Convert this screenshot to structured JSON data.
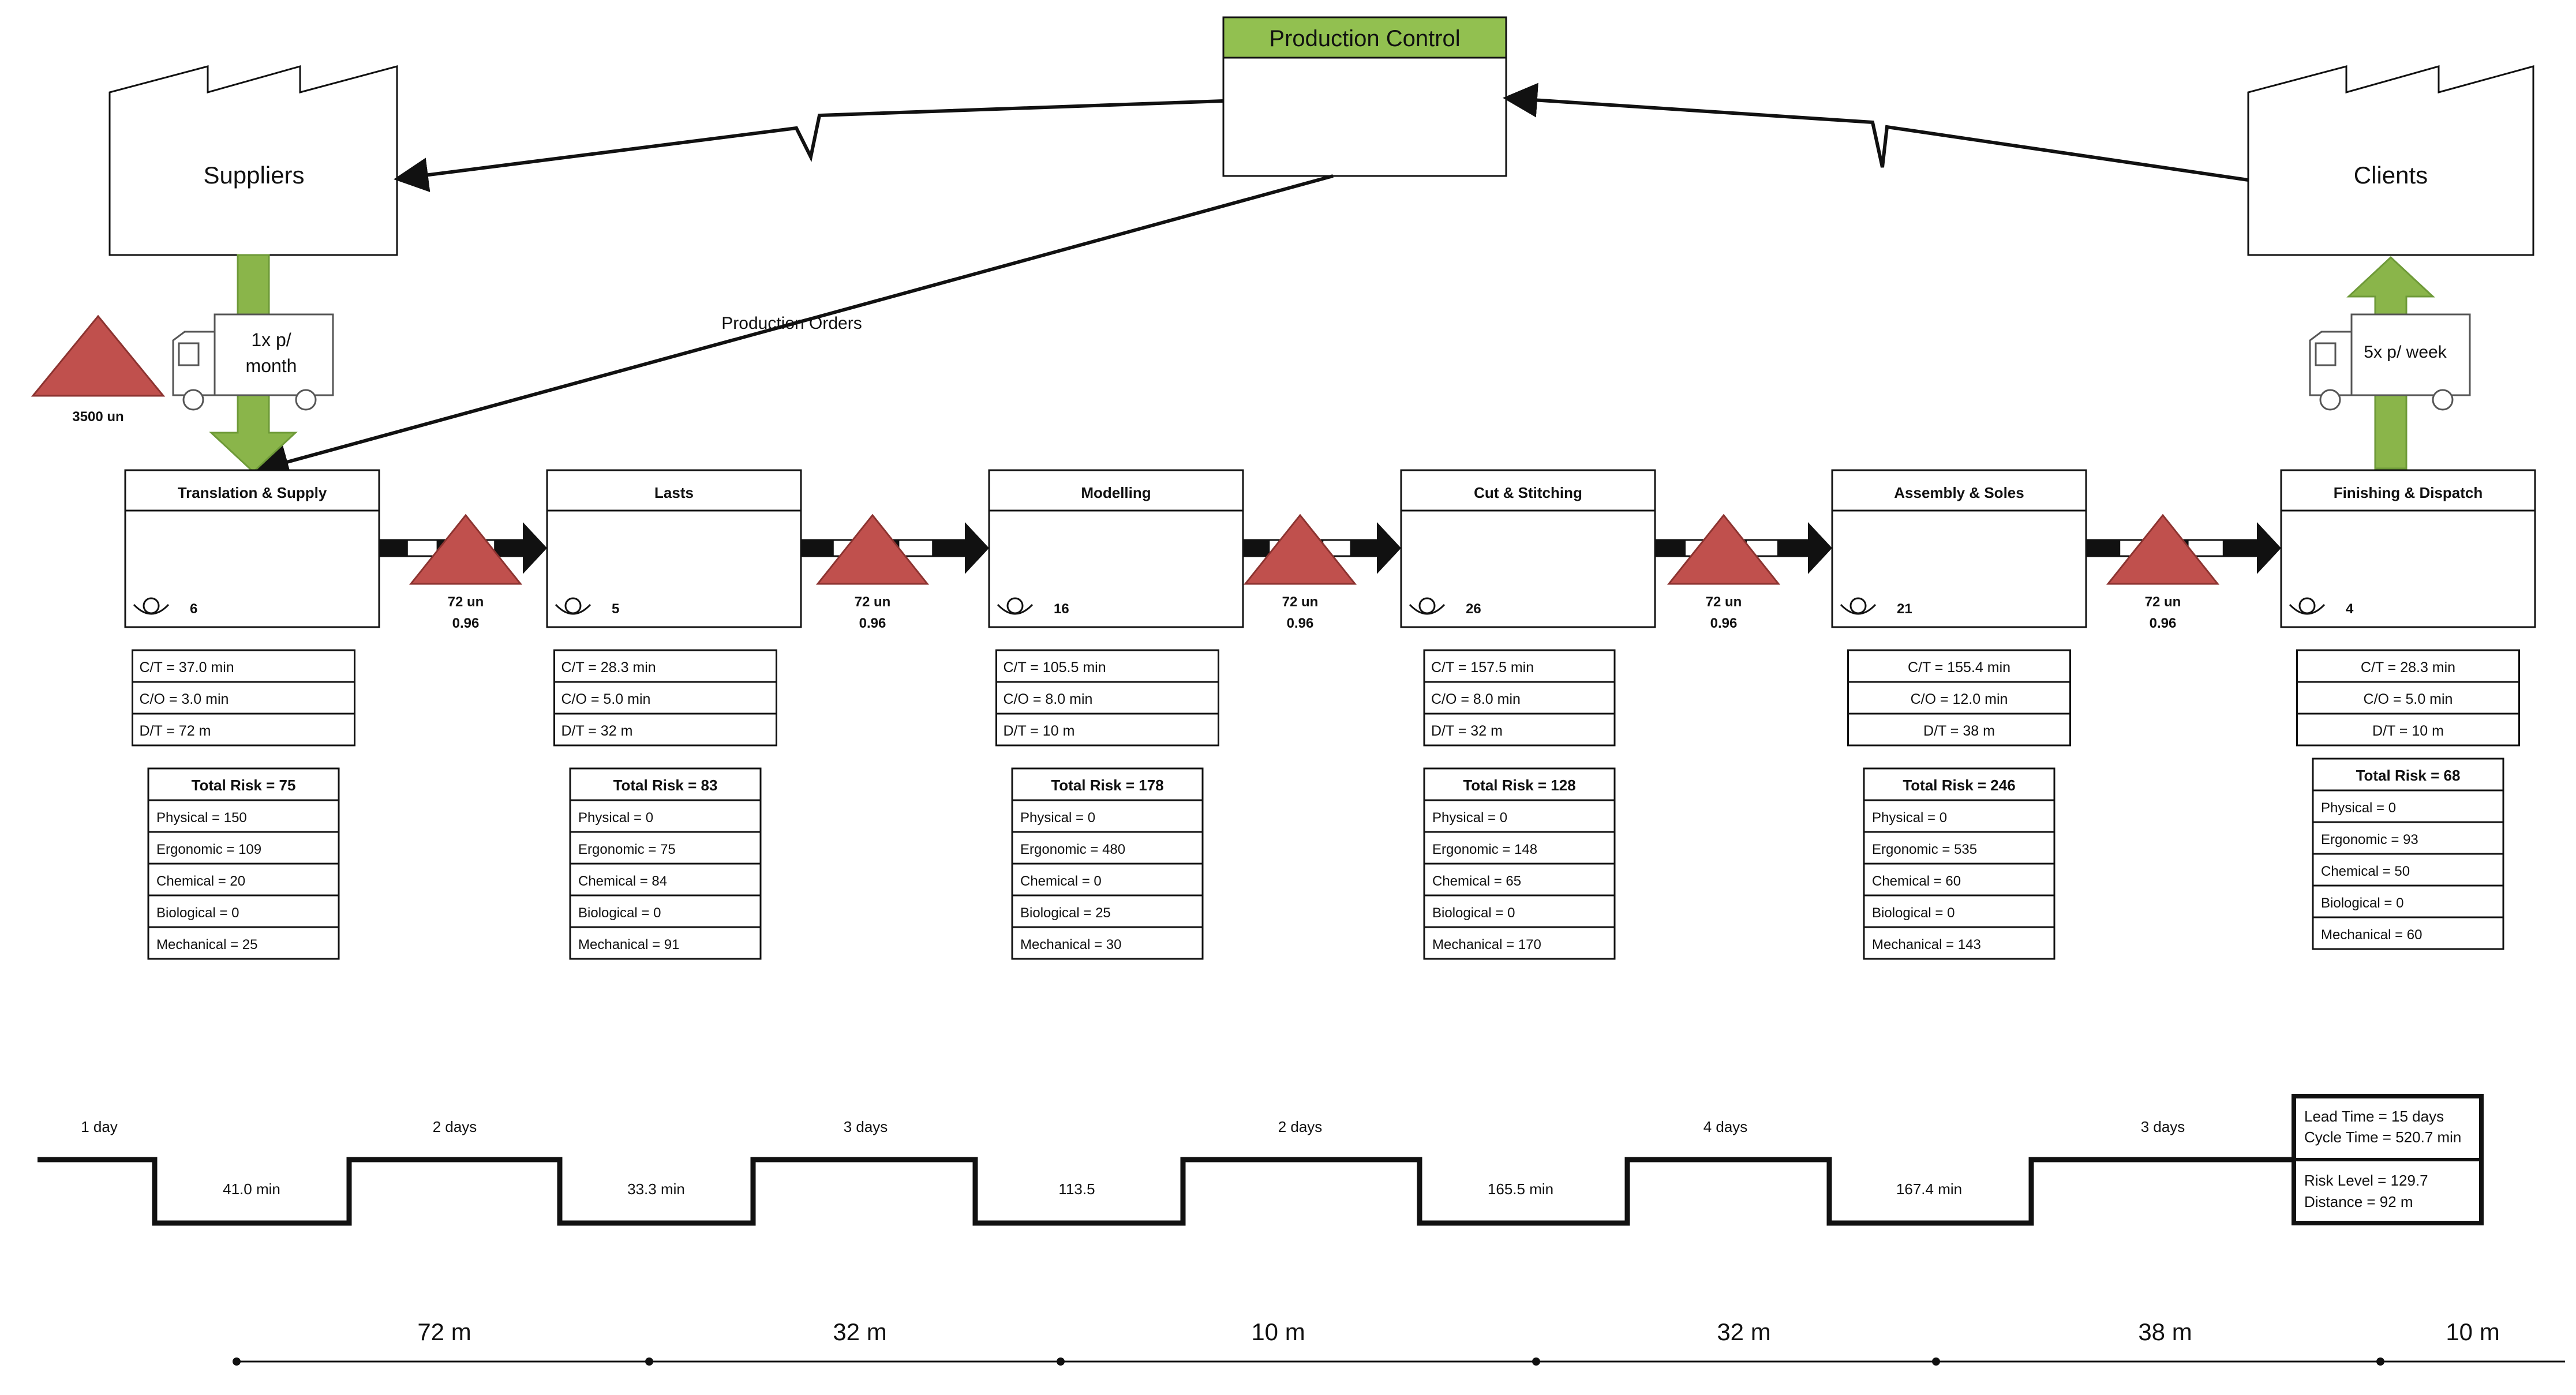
{
  "production_control": {
    "title": "Production Control"
  },
  "suppliers": {
    "label": "Suppliers"
  },
  "clients": {
    "label": "Clients"
  },
  "supplier_delivery": {
    "label_line1": "1x p/",
    "label_line2": "month"
  },
  "client_delivery": {
    "label": "5x p/ week"
  },
  "initial_inventory": {
    "label": "3500 un"
  },
  "production_orders": {
    "label": "Production Orders"
  },
  "processes": [
    {
      "name": "Translation & Supply",
      "operators": "6",
      "ct": "C/T = 37.0 min",
      "co": "C/O =  3.0 min",
      "dt": "D/T = 72 m",
      "risk": {
        "total": "Total Risk = 75",
        "physical": "Physical = 150",
        "ergonomic": "Ergonomic = 109",
        "chemical": "Chemical = 20",
        "biological": "Biological = 0",
        "mechanical": "Mechanical = 25"
      }
    },
    {
      "name": "Lasts",
      "operators": "5",
      "ct": "C/T = 28.3 min",
      "co": "C/O =  5.0 min",
      "dt": "D/T = 32 m",
      "risk": {
        "total": "Total Risk = 83",
        "physical": "Physical = 0",
        "ergonomic": "Ergonomic = 75",
        "chemical": "Chemical = 84",
        "biological": "Biological = 0",
        "mechanical": "Mechanical = 91"
      }
    },
    {
      "name": "Modelling",
      "operators": "16",
      "ct": "C/T = 105.5 min",
      "co": "C/O =  8.0 min",
      "dt": "D/T = 10 m",
      "risk": {
        "total": "Total Risk = 178",
        "physical": "Physical = 0",
        "ergonomic": "Ergonomic = 480",
        "chemical": "Chemical = 0",
        "biological": "Biological = 25",
        "mechanical": "Mechanical = 30"
      }
    },
    {
      "name": "Cut & Stitching",
      "operators": "26",
      "ct": "C/T = 157.5 min",
      "co": "C/O =  8.0 min",
      "dt": "D/T = 32 m",
      "risk": {
        "total": "Total Risk = 128",
        "physical": "Physical = 0",
        "ergonomic": "Ergonomic = 148",
        "chemical": "Chemical = 65",
        "biological": "Biological = 0",
        "mechanical": "Mechanical = 170"
      }
    },
    {
      "name": "Assembly & Soles",
      "operators": "21",
      "ct": "C/T = 155.4 min",
      "co": "C/O =  12.0 min",
      "dt": "D/T = 38 m",
      "risk": {
        "total": "Total Risk = 246",
        "physical": "Physical = 0",
        "ergonomic": "Ergonomic = 535",
        "chemical": "Chemical = 60",
        "biological": "Biological = 0",
        "mechanical": "Mechanical = 143"
      }
    },
    {
      "name": "Finishing & Dispatch",
      "operators": "4",
      "ct": "C/T = 28.3 min",
      "co": "C/O =  5.0 min",
      "dt": "D/T = 10 m",
      "risk": {
        "total": "Total Risk = 68",
        "physical": "Physical = 0",
        "ergonomic": "Ergonomic = 93",
        "chemical": "Chemical = 50",
        "biological": "Biological = 0",
        "mechanical": "Mechanical = 60"
      }
    }
  ],
  "inventories": [
    {
      "qty": "72 un",
      "factor": "0.96"
    },
    {
      "qty": "72 un",
      "factor": "0.96"
    },
    {
      "qty": "72 un",
      "factor": "0.96"
    },
    {
      "qty": "72 un",
      "factor": "0.96"
    },
    {
      "qty": "72 un",
      "factor": "0.96"
    }
  ],
  "timeline": {
    "waits": [
      "1 day",
      "2 days",
      "3 days",
      "2 days",
      "4 days",
      "3 days"
    ],
    "process_times": [
      "41.0 min",
      "33.3 min",
      "113.5",
      "165.5 min",
      "167.4 min"
    ]
  },
  "summary": {
    "lead_time": "Lead Time = 15 days",
    "cycle_time": "Cycle Time = 520.7 min",
    "risk_level": "Risk Level = 129.7",
    "distance": "Distance = 92 m"
  },
  "distances": [
    "72 m",
    "32 m",
    "10 m",
    "32 m",
    "38 m",
    "10 m"
  ],
  "colors": {
    "green": "#8ab54a",
    "green_dark": "#6e9a38",
    "red": "#c0504d",
    "red_dark": "#8c3330",
    "header_green": "#92c050",
    "line": "#111111"
  }
}
